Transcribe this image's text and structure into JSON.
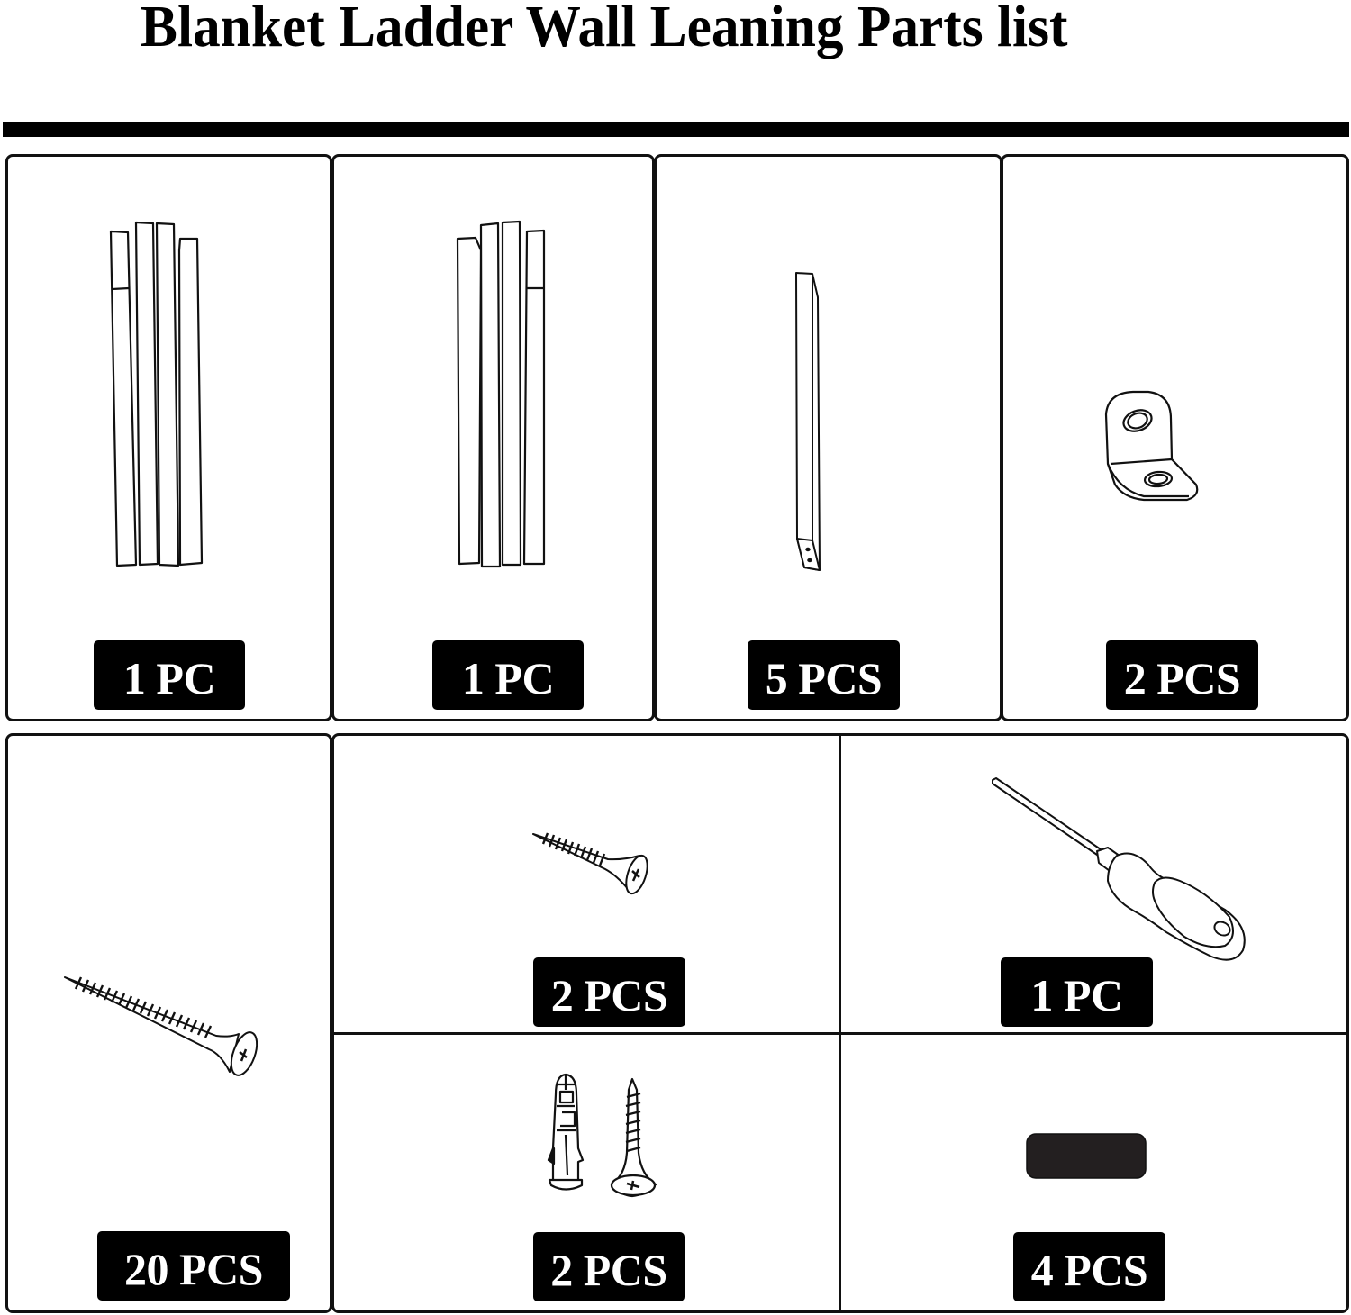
{
  "document": {
    "title": "Blanket Ladder Wall Leaning Parts list"
  },
  "parts": [
    {
      "id": "A",
      "name": "left-side-rail-set",
      "icon": "wood-rails-icon",
      "quantity": "1 PC"
    },
    {
      "id": "B",
      "name": "right-side-rail-set",
      "icon": "wood-rails-icon",
      "quantity": "1 PC"
    },
    {
      "id": "C",
      "name": "rung",
      "icon": "wood-rung-icon",
      "quantity": "5 PCS"
    },
    {
      "id": "D",
      "name": "l-bracket",
      "icon": "l-bracket-icon",
      "quantity": "2 PCS"
    },
    {
      "id": "E",
      "name": "long-screw",
      "icon": "long-screw-icon",
      "quantity": "20 PCS"
    },
    {
      "id": "F",
      "name": "short-screw",
      "icon": "short-screw-icon",
      "quantity": "2 PCS"
    },
    {
      "id": "G",
      "name": "screwdriver",
      "icon": "screwdriver-icon",
      "quantity": "1 PC"
    },
    {
      "id": "H",
      "name": "wall-anchor-and-screw",
      "icon": "wall-anchor-icon",
      "quantity": "2 PCS"
    },
    {
      "id": "I",
      "name": "felt-pad",
      "icon": "felt-pad-icon",
      "quantity": "4 PCS"
    }
  ],
  "colors": {
    "ink": "#000000",
    "background": "#ffffff",
    "badge_text": "#ffffff"
  }
}
